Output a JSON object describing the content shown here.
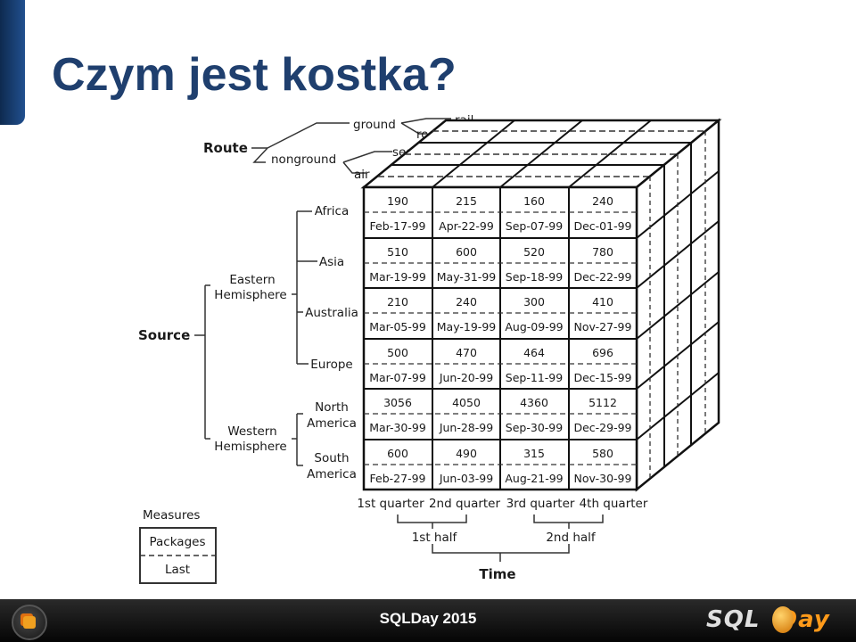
{
  "slide": {
    "title": "Czym jest kostka?"
  },
  "footer": {
    "text": "SQLDay 2015",
    "logo_left": "SQL",
    "logo_right": "Day"
  },
  "colors": {
    "title": "#1f3f6e",
    "accent": "#21508f",
    "footer_bg": "#0a0a0a",
    "logo_orange": "#ff9a1a"
  },
  "route": {
    "label": "Route",
    "ground": {
      "label": "ground",
      "children": [
        "rail",
        "road"
      ]
    },
    "nonground": {
      "label": "nonground",
      "children": [
        "sea",
        "air"
      ]
    }
  },
  "source": {
    "label": "Source",
    "groups": [
      {
        "label_lines": [
          "Eastern",
          "Hemisphere"
        ],
        "children": [
          [
            "Africa"
          ],
          [
            "Asia"
          ],
          [
            "Australia"
          ],
          [
            "Europe"
          ]
        ]
      },
      {
        "label_lines": [
          "Western",
          "Hemisphere"
        ],
        "children": [
          [
            "North",
            "America"
          ],
          [
            "South",
            "America"
          ]
        ]
      }
    ]
  },
  "grid": [
    [
      {
        "value": "190",
        "date": "Feb-17-99"
      },
      {
        "value": "215",
        "date": "Apr-22-99"
      },
      {
        "value": "160",
        "date": "Sep-07-99"
      },
      {
        "value": "240",
        "date": "Dec-01-99"
      }
    ],
    [
      {
        "value": "510",
        "date": "Mar-19-99"
      },
      {
        "value": "600",
        "date": "May-31-99"
      },
      {
        "value": "520",
        "date": "Sep-18-99"
      },
      {
        "value": "780",
        "date": "Dec-22-99"
      }
    ],
    [
      {
        "value": "210",
        "date": "Mar-05-99"
      },
      {
        "value": "240",
        "date": "May-19-99"
      },
      {
        "value": "300",
        "date": "Aug-09-99"
      },
      {
        "value": "410",
        "date": "Nov-27-99"
      }
    ],
    [
      {
        "value": "500",
        "date": "Mar-07-99"
      },
      {
        "value": "470",
        "date": "Jun-20-99"
      },
      {
        "value": "464",
        "date": "Sep-11-99"
      },
      {
        "value": "696",
        "date": "Dec-15-99"
      }
    ],
    [
      {
        "value": "3056",
        "date": "Mar-30-99"
      },
      {
        "value": "4050",
        "date": "Jun-28-99"
      },
      {
        "value": "4360",
        "date": "Sep-30-99"
      },
      {
        "value": "5112",
        "date": "Dec-29-99"
      }
    ],
    [
      {
        "value": "600",
        "date": "Feb-27-99"
      },
      {
        "value": "490",
        "date": "Jun-03-99"
      },
      {
        "value": "315",
        "date": "Aug-21-99"
      },
      {
        "value": "580",
        "date": "Nov-30-99"
      }
    ]
  ],
  "time": {
    "label": "Time",
    "quarters": [
      "1st quarter",
      "2nd quarter",
      "3rd quarter",
      "4th quarter"
    ],
    "halves": [
      "1st half",
      "2nd half"
    ]
  },
  "measures": {
    "title": "Measures",
    "items": [
      "Packages",
      "Last"
    ]
  }
}
